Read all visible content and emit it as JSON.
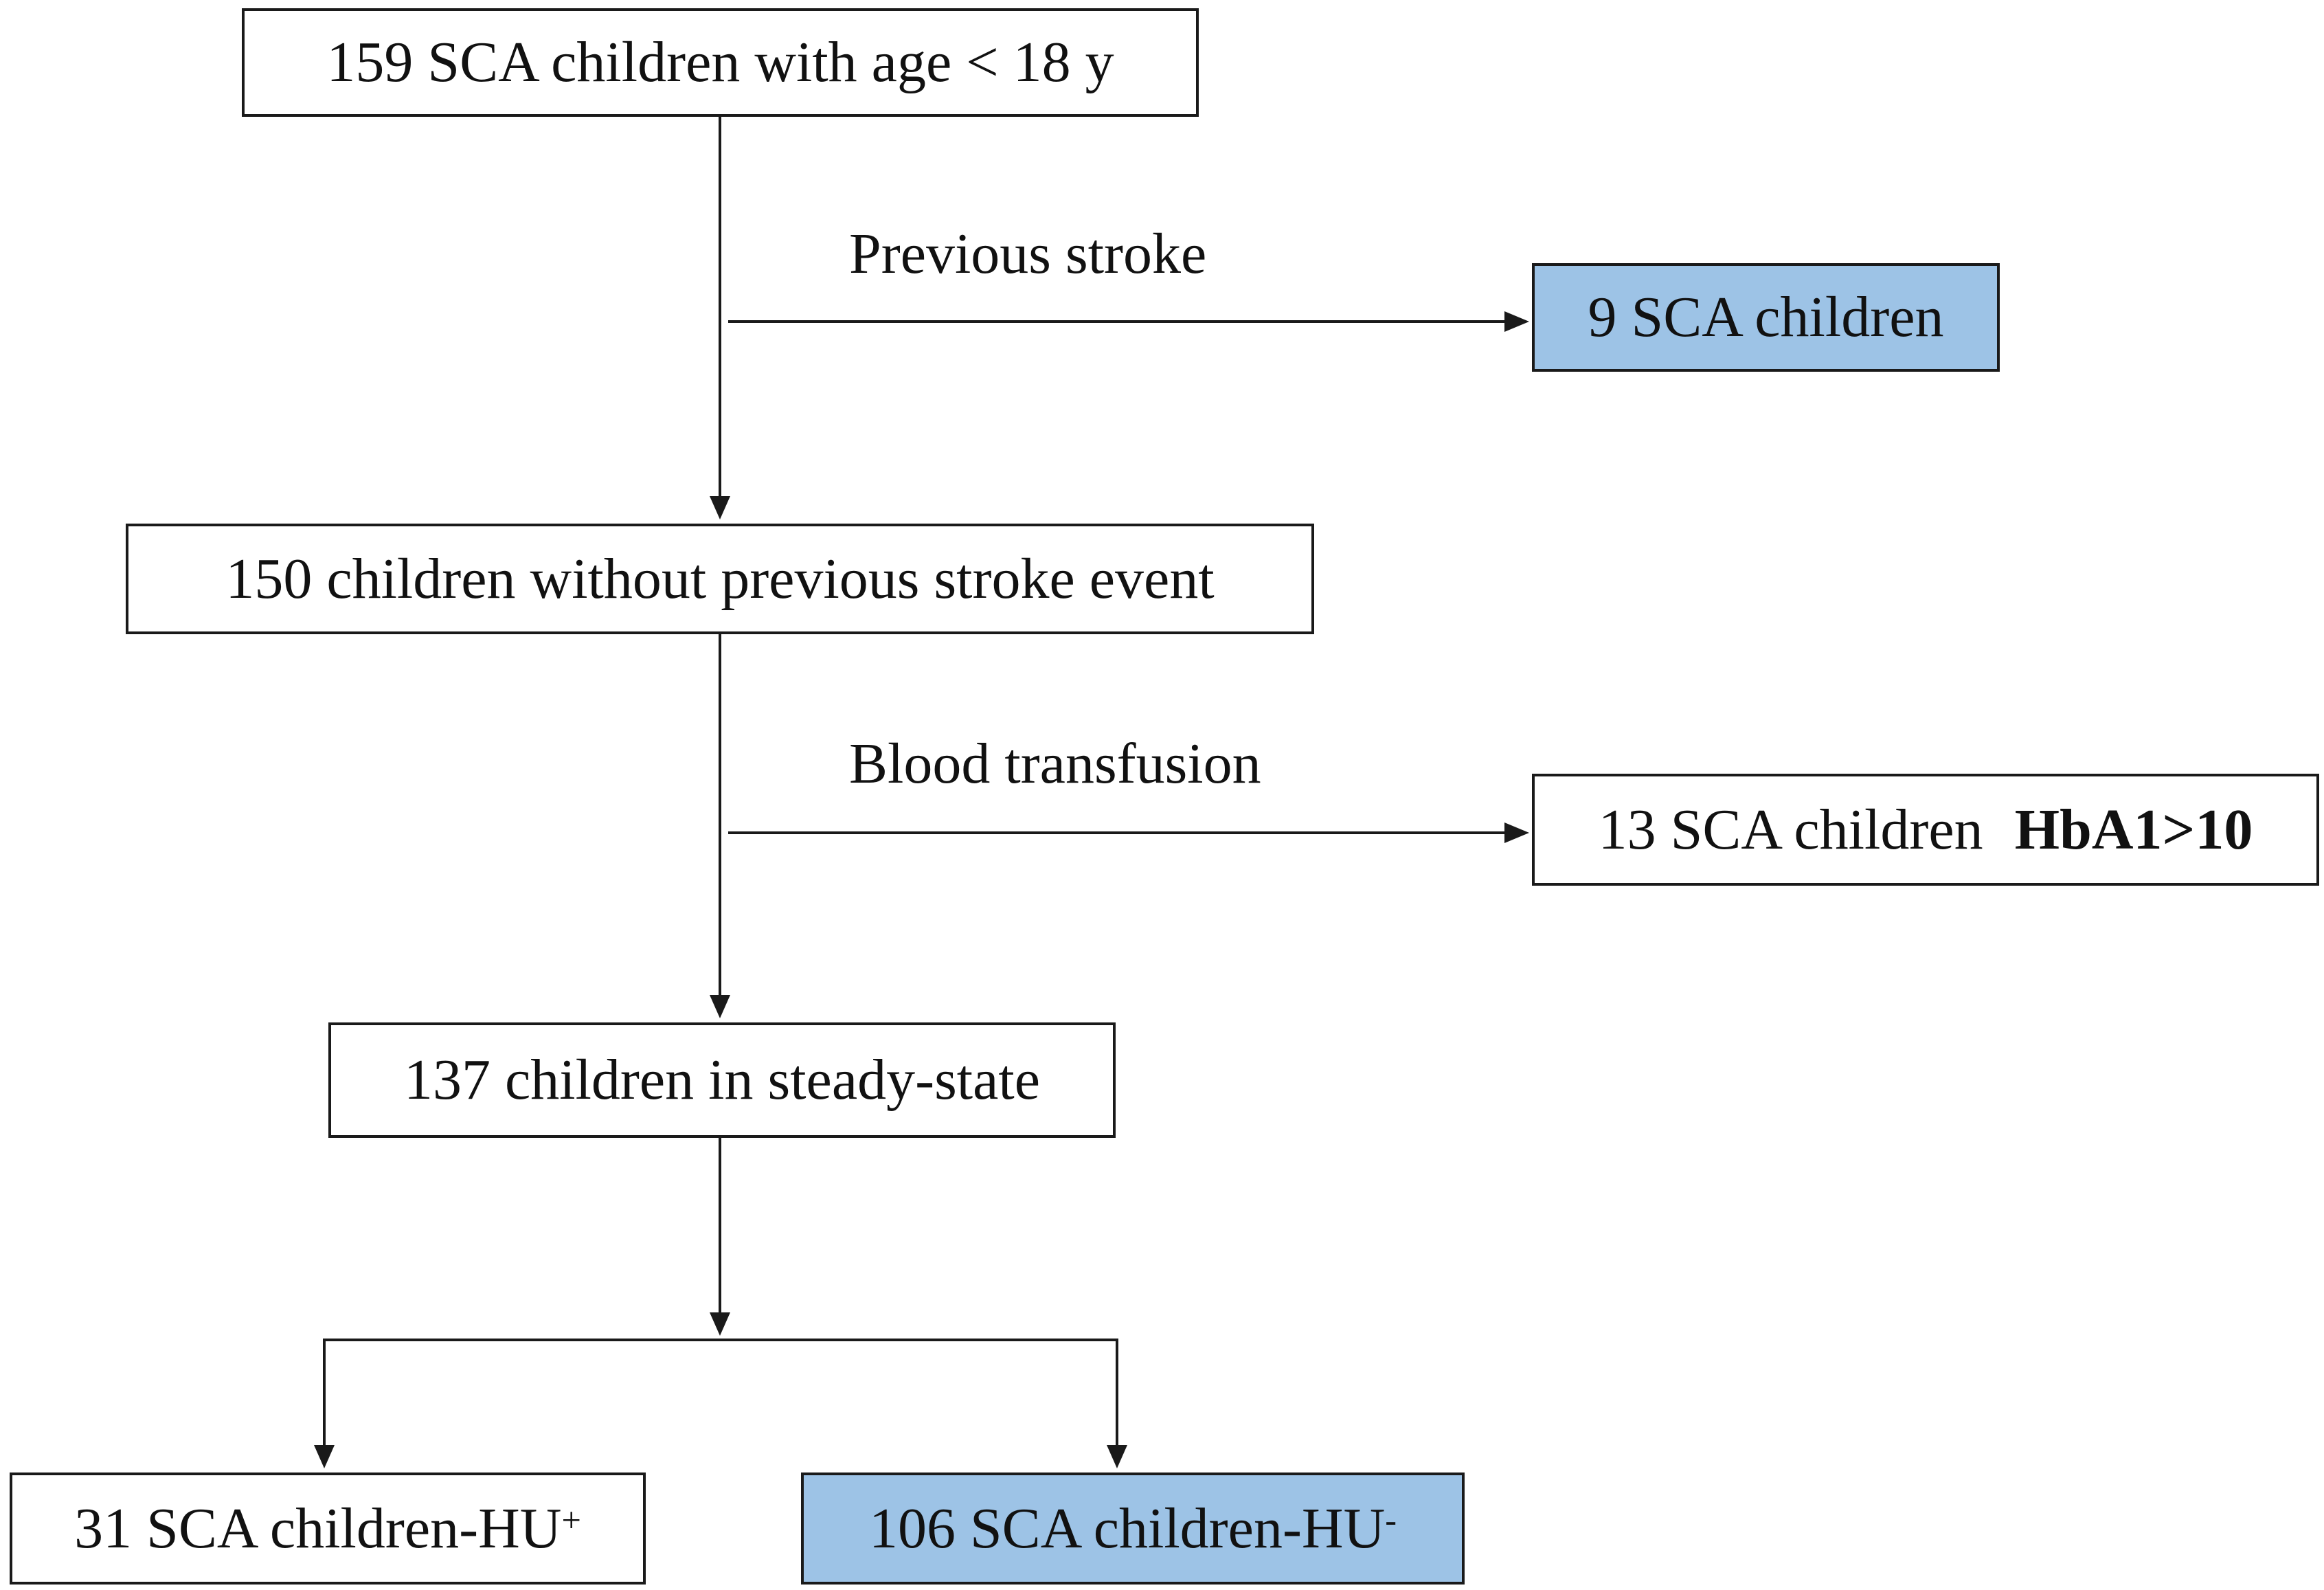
{
  "flowchart": {
    "start": "159 SCA children with age < 18 y",
    "no_stroke": "150 children without previous stroke event",
    "steady_state": "137 children in steady-state",
    "exclusion_1": {
      "criterion": "Previous stroke",
      "result": "9 SCA children"
    },
    "exclusion_2": {
      "criterion": "Blood transfusion",
      "result_text": "13 SCA children",
      "result_bold": "HbA1>10"
    },
    "group_pos": {
      "text": "31 SCA children-HU",
      "sup": "+"
    },
    "group_neg": {
      "text": "106 SCA children-HU",
      "sup": "-"
    }
  },
  "colors": {
    "highlight_fill": "#9dc3e6",
    "line": "#1a1a1a"
  }
}
